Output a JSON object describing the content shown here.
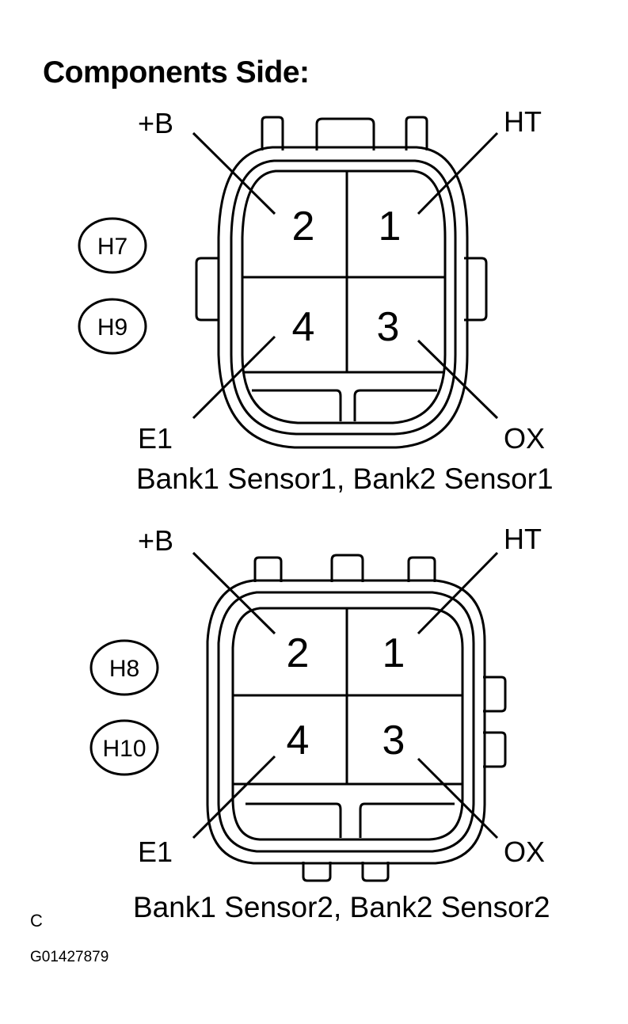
{
  "title": "Components Side:",
  "connectors": [
    {
      "codes": [
        "H7",
        "H9"
      ],
      "caption": "Bank1 Sensor1, Bank2 Sensor1",
      "pins": [
        {
          "number": "2",
          "terminal": "+B"
        },
        {
          "number": "1",
          "terminal": "HT"
        },
        {
          "number": "4",
          "terminal": "E1"
        },
        {
          "number": "3",
          "terminal": "OX"
        }
      ]
    },
    {
      "codes": [
        "H8",
        "H10"
      ],
      "caption": "Bank1 Sensor2, Bank2 Sensor2",
      "pins": [
        {
          "number": "2",
          "terminal": "+B"
        },
        {
          "number": "1",
          "terminal": "HT"
        },
        {
          "number": "4",
          "terminal": "E1"
        },
        {
          "number": "3",
          "terminal": "OX"
        }
      ]
    }
  ],
  "corner_mark": "C",
  "figure_id": "G01427879"
}
